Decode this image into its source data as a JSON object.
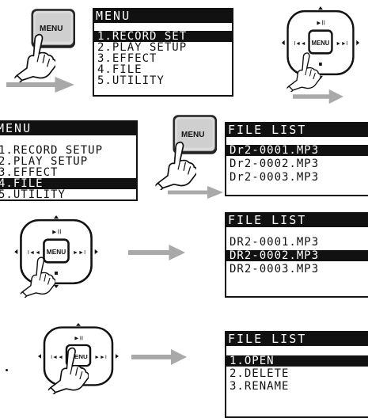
{
  "menu_button": {
    "label": "MENU"
  },
  "pad": {
    "center_label": "MENU",
    "play_pause_glyph": "►II",
    "rewind_glyph": "I◄◄",
    "forward_glyph": "►►I",
    "stop_glyph": "■"
  },
  "screen_menu_1": {
    "title": "MENU",
    "items": [
      "1.RECORD SET",
      "2.PLAY SETUP",
      "3.EFFECT",
      "4.FILE",
      "5.UTILITY"
    ],
    "selected_index": 0
  },
  "screen_menu_2": {
    "title": "MENU",
    "items": [
      "1.RECORD SETUP",
      "2.PLAY SETUP",
      "3.EFFECT",
      "4.FILE",
      "5.UTILITY"
    ],
    "selected_index": 3
  },
  "screen_file_1": {
    "title": "FILE LIST",
    "items": [
      "Dr2-0001.MP3",
      "Dr2-0002.MP3",
      "Dr2-0003.MP3"
    ],
    "selected_index": 0
  },
  "screen_file_2": {
    "title": "FILE LIST",
    "items": [
      "DR2-0001.MP3",
      "DR2-0002.MP3",
      "DR2-0003.MP3"
    ],
    "selected_index": 1
  },
  "screen_file_3": {
    "title": "FILE LIST",
    "items": [
      "1.OPEN",
      "2.DELETE",
      "3.RENAME"
    ],
    "selected_index": 0
  },
  "colors": {
    "ink": "#111111",
    "arrow": "#a9a9a9",
    "button_face": "#d9d9d9"
  }
}
